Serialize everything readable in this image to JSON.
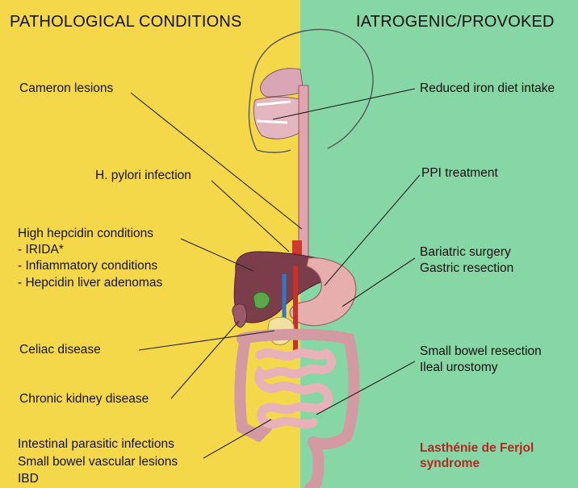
{
  "header": {
    "left_title": "PATHOLOGICAL CONDITIONS",
    "right_title": "IATROGENIC/PROVOKED"
  },
  "left_labels": {
    "cameron": "Cameron lesions",
    "hpylori": "H. pylori infection",
    "hepcidin": [
      "High hepcidin conditions",
      "- IRIDA*",
      "- Infiammatory conditions",
      "- Hepcidin liver adenomas"
    ],
    "celiac": "Celiac disease",
    "ckd": "Chronic kidney disease",
    "bottom": [
      "Intestinal parasitic infections",
      "Small bowel vascular lesions",
      "IBD"
    ]
  },
  "right_labels": {
    "iron": "Reduced iron diet intake",
    "ppi": "PPI treatment",
    "bariatric": [
      "Bariatric surgery",
      "Gastric resection"
    ],
    "bowel": [
      "Small bowel resection",
      "Ileal urostomy"
    ],
    "lasthenie": [
      "Lasthénie de Ferjol",
      "syndrome"
    ]
  },
  "colors": {
    "left_bg": "#f5d84a",
    "right_bg": "#86d6a6",
    "organ_pink": "#e7aeae",
    "liver": "#7c3d4a",
    "highlight_text": "#b12a22"
  }
}
